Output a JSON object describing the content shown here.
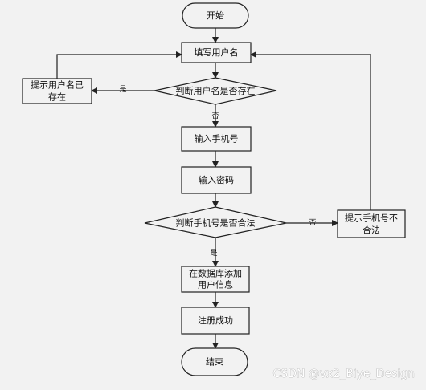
{
  "flowchart": {
    "start": "开始",
    "fill_username": "填写用户名",
    "check_username": "判断用户名是否存在",
    "hint_username_exists_line1": "提示用户名已",
    "hint_username_exists_line2": "存在",
    "input_phone": "输入手机号",
    "input_password": "输入密码",
    "check_phone": "判断手机号是否合法",
    "hint_phone_invalid_line1": "提示手机号不",
    "hint_phone_invalid_line2": "合法",
    "db_add_line1": "在数据库添加",
    "db_add_line2": "用户信息",
    "register_success": "注册成功",
    "end": "结束",
    "yes_label": "是",
    "no_label": "否"
  },
  "watermark": "CSDN @vx2_Biye_Design",
  "colors": {
    "stroke": "#222222",
    "box_fill": "#f2f2f2"
  }
}
